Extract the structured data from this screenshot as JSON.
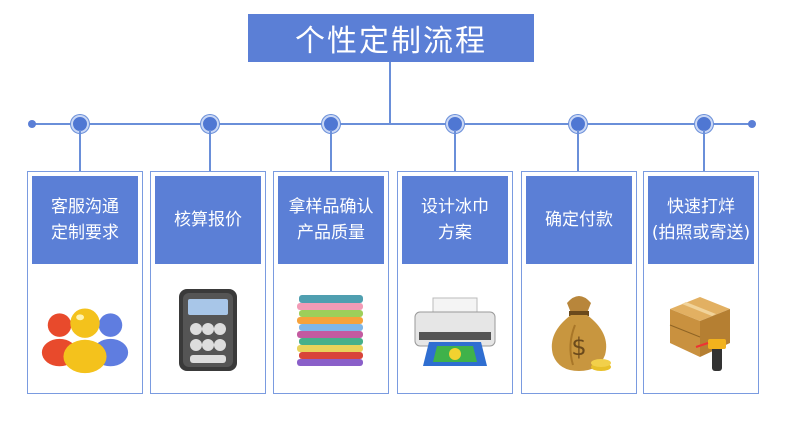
{
  "title": "个性定制流程",
  "steps": [
    {
      "label": "客服沟通\n定制要求",
      "icon": "customer-service-people-icon"
    },
    {
      "label": "核算报价",
      "icon": "calculator-icon"
    },
    {
      "label": "拿样品确认\n产品质量",
      "icon": "towel-stack-icon"
    },
    {
      "label": "设计冰巾\n方案",
      "icon": "printer-icon"
    },
    {
      "label": "确定付款",
      "icon": "money-bag-icon"
    },
    {
      "label": "快速打烊\n(拍照或寄送)",
      "icon": "package-scanner-icon"
    }
  ],
  "colors": {
    "accent": "#5b7fd6",
    "line": "#6a8fd9",
    "node": "#4f77d3"
  }
}
